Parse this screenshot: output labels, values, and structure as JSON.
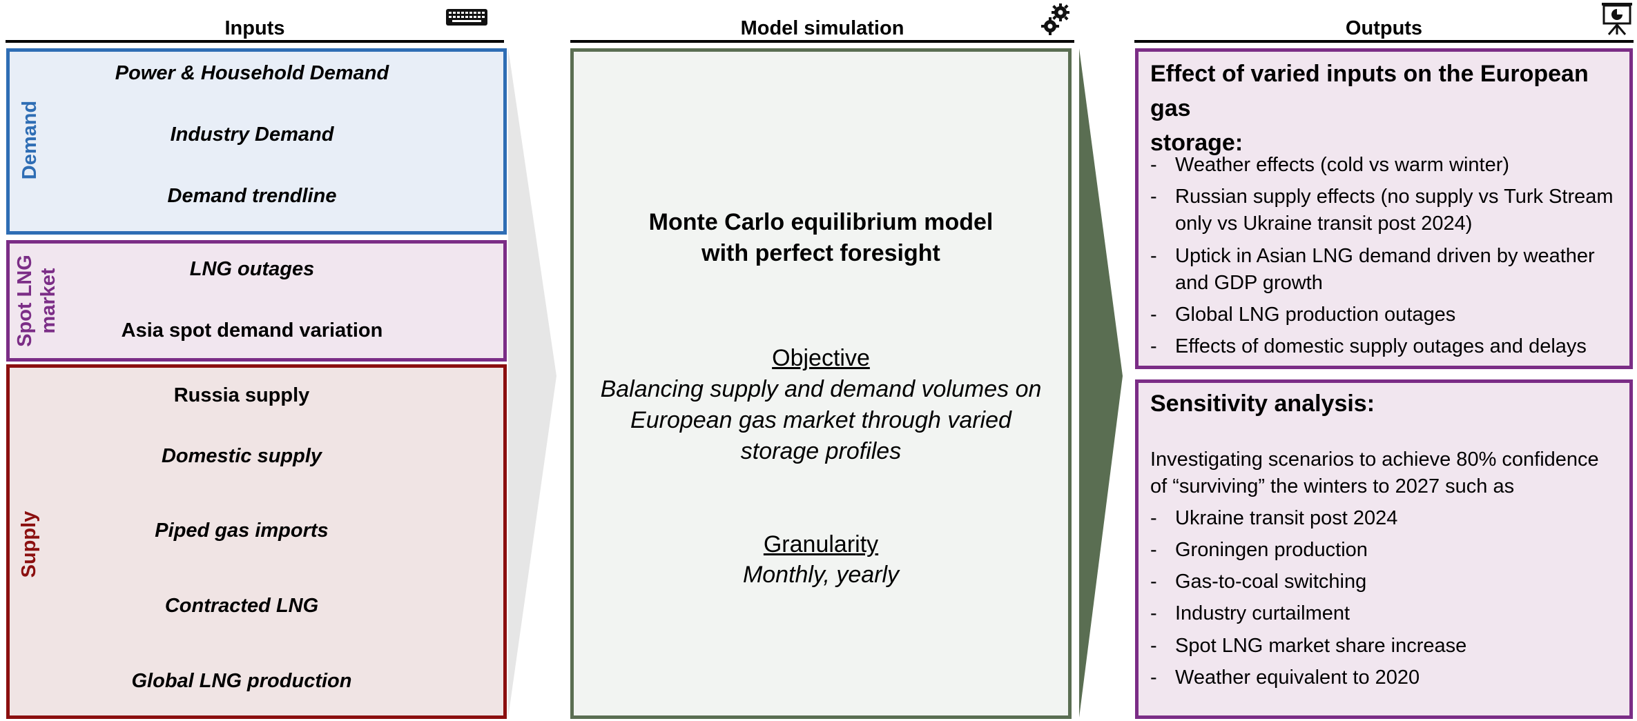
{
  "headers": {
    "inputs": "Inputs",
    "model": "Model simulation",
    "outputs": "Outputs"
  },
  "icons": {
    "inputs": "keyboard-icon",
    "model": "gears-icon",
    "outputs": "presentation-board-icon"
  },
  "colors": {
    "demand": "#2e6db4",
    "spot_lng": "#7b2d86",
    "supply": "#8b0f0f",
    "model": "#5a6e52",
    "outputs": "#7b2d86"
  },
  "demand": {
    "label": "Demand",
    "items": [
      "Power & Household  Demand",
      "Industry Demand",
      "Demand trendline"
    ]
  },
  "spot_lng": {
    "label_line1": "Spot LNG",
    "label_line2": "market",
    "items": [
      "LNG outages",
      "Asia spot demand variation"
    ]
  },
  "supply": {
    "label": "Supply",
    "items": [
      "Russia supply",
      "Domestic supply",
      "Piped gas imports",
      "Contracted LNG",
      "Global  LNG production"
    ]
  },
  "model": {
    "title_line1": "Monte Carlo equilibrium model",
    "title_line2": "with perfect foresight",
    "objective_heading": "Objective",
    "objective_line1": "Balancing supply and demand volumes on",
    "objective_line2": "European gas market through varied",
    "objective_line3": "storage profiles",
    "granularity_heading": "Granularity",
    "granularity_text": "Monthly, yearly"
  },
  "effects": {
    "title_line1": "Effect of varied inputs on the European gas",
    "title_line2": "storage:",
    "bullets": [
      {
        "l1": "Weather effects (cold vs warm winter)",
        "l2": ""
      },
      {
        "l1": "Russian supply effects (no supply vs Turk Stream",
        "l2": "only vs Ukraine transit post 2024)"
      },
      {
        "l1": "Uptick in Asian LNG demand driven by weather",
        "l2": "and GDP growth"
      },
      {
        "l1": "Global LNG production  outages",
        "l2": ""
      },
      {
        "l1": "Effects of domestic supply outages and delays",
        "l2": ""
      }
    ]
  },
  "sensitivity": {
    "title": "Sensitivity analysis:",
    "intro_line1": "Investigating scenarios to achieve 80% confidence",
    "intro_line2": "of “surviving” the winters to 2027 such as",
    "bullets": [
      "Ukraine transit post 2024",
      "Groningen production",
      "Gas-to-coal switching",
      "Industry curtailment",
      "Spot LNG market share increase",
      "Weather equivalent to 2020"
    ]
  },
  "dash": "-"
}
